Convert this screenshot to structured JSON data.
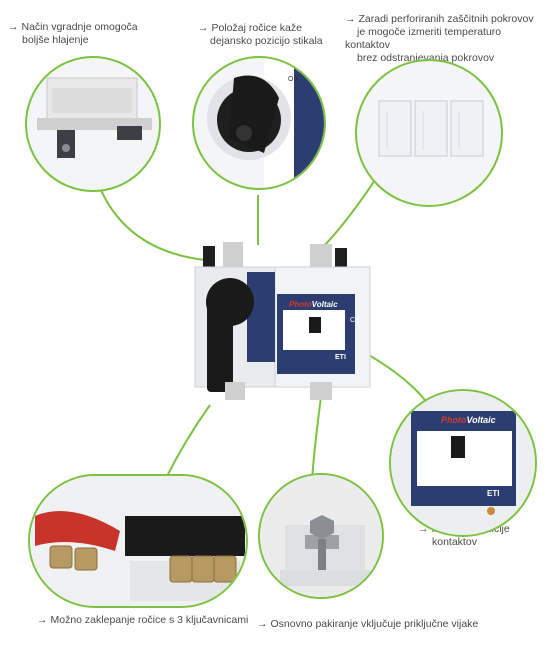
{
  "captions": {
    "c1": {
      "arrow": "→",
      "text1": "Način vgradnje omogoča",
      "text2": "boljše hlajenje"
    },
    "c2": {
      "arrow": "→",
      "text1": "Položaj ročice kaže",
      "text2": "dejansko pozicijo stikala"
    },
    "c3": {
      "arrow": "→",
      "text1": "Zaradi perforiranih zaščitnih pokrovov",
      "text2": "je mogoče izmeriti temperaturo kontaktov",
      "text3": "brez odstranjevanja pokrovov"
    },
    "c4": {
      "arrow": "→",
      "text1": "Indikator pozicije",
      "text2": "kontaktov"
    },
    "c5": {
      "arrow": "→",
      "text1": "Možno zaklepanje ročice s 3 ključavnicami"
    },
    "c6": {
      "arrow": "→",
      "text1": "Osnovno pakiranje vključuje priključne vijake"
    }
  },
  "product": {
    "brand_photo": "Photo",
    "brand_voltaic": "Voltaic",
    "eti": "ETI",
    "on_label": "ON",
    "ce_label": "CE"
  },
  "colors": {
    "accent_green": "#7cc242",
    "navy": "#2c3e70",
    "handle_black": "#1a1a1a"
  }
}
